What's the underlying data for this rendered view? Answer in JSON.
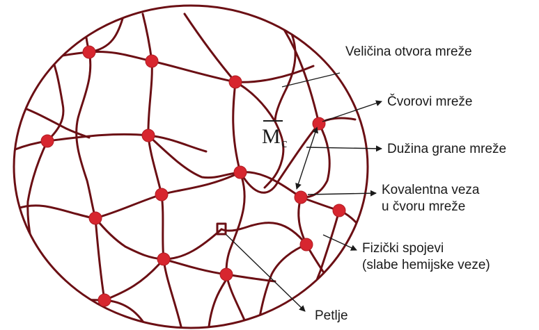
{
  "labels": {
    "mesh_size": "Veličina otvora mreže",
    "network_nodes": "Čvorovi mreže",
    "mc_symbol": "M",
    "mc_subscript": "c",
    "branch_length": "Dužina grane mreže",
    "covalent_line1": "Kovalentna veza",
    "covalent_line2": "u čvoru mreže",
    "physical_line1": "Fizički spojevi",
    "physical_line2": "(slabe hemijske veze)",
    "loops": "Petlje"
  },
  "colors": {
    "circle": "#6b0f14",
    "chain": "#6b0f14",
    "node": "#d7262f",
    "text": "#1a1a1a"
  }
}
